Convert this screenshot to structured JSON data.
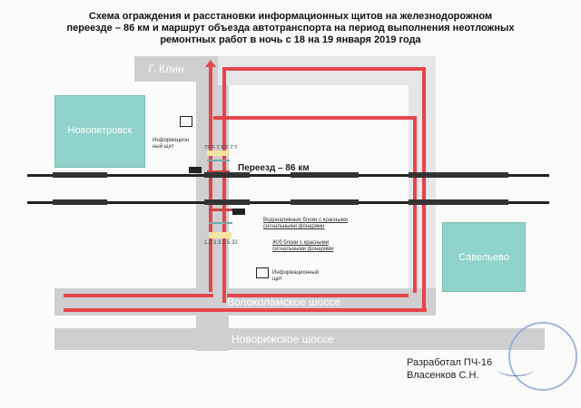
{
  "title": {
    "line1": "Схема ограждения и расстановки информационных щитов на железнодорожном",
    "line2": "переезде – 86 км и маршрут объезда автотранспорта на период выполнения неотложных",
    "line3": "ремонтных работ в ночь с 18 на 19 января 2019 года"
  },
  "places": {
    "klin": "Г. Клин",
    "novopetrovsk": "Новопетровск",
    "savelevo": "Савельево",
    "volokolamskoe": "Волоколамское шоссе",
    "novorizhskoe": "Новорижское шоссе"
  },
  "crossing": "Переезд – 86 км",
  "labels": {
    "info_shield_1": "Информационный щит",
    "info_shield_2": "Информационный щит",
    "water_blocks": "Водоналивные блоки с красными сигнальными фонарями",
    "rc_blocks": "Ж/б блоки с красными сигнальными фонарями",
    "signs_top": "1.2 3.3.1 5.32",
    "signs_bottom": "1.2 3.3.1 5.32"
  },
  "author": {
    "line1": "Разработал ПЧ-16",
    "line2": "Власенков С.Н."
  },
  "colors": {
    "route": "#e4454b",
    "town": "#8fd3cc",
    "road": "#cfcfd1"
  }
}
